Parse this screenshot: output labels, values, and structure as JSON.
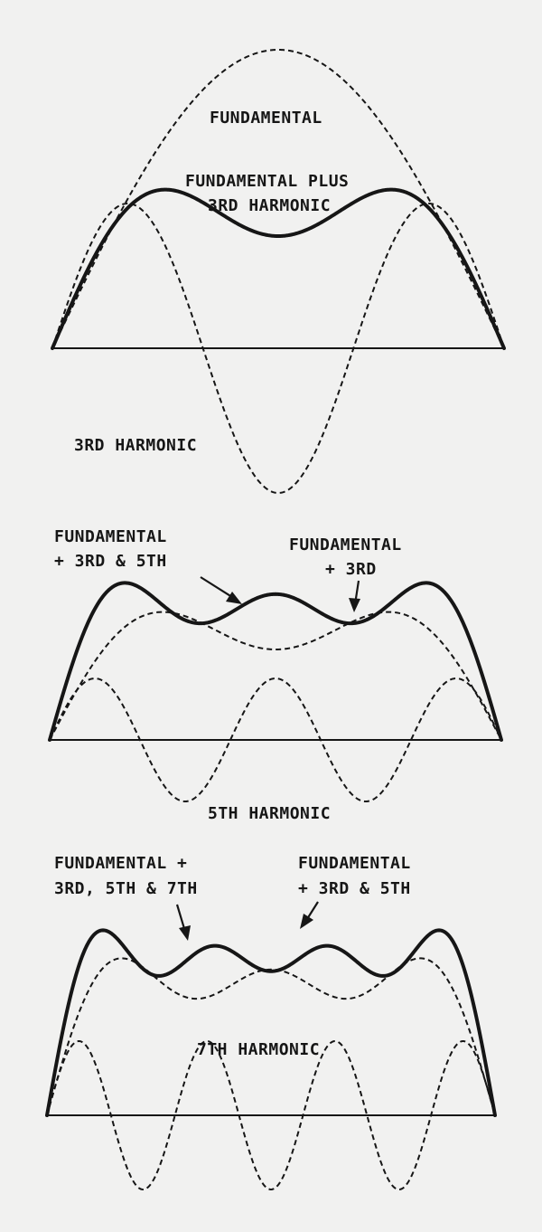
{
  "panels": [
    {
      "labels": {
        "fundamental": "FUNDAMENTAL",
        "sum_line1": "FUNDAMENTAL PLUS",
        "sum_line2": "3RD HARMONIC",
        "harmonic": "3RD HARMONIC"
      }
    },
    {
      "labels": {
        "sum_line1": "FUNDAMENTAL",
        "sum_line2": "+ 3RD & 5TH",
        "prev_line1": "FUNDAMENTAL",
        "prev_line2": "+ 3RD",
        "harmonic": "5TH HARMONIC"
      }
    },
    {
      "labels": {
        "sum_line1": "FUNDAMENTAL +",
        "sum_line2": "3RD, 5TH & 7TH",
        "prev_line1": "FUNDAMENTAL",
        "prev_line2": "+ 3RD & 5TH",
        "harmonic": "7TH HARMONIC"
      }
    }
  ]
}
